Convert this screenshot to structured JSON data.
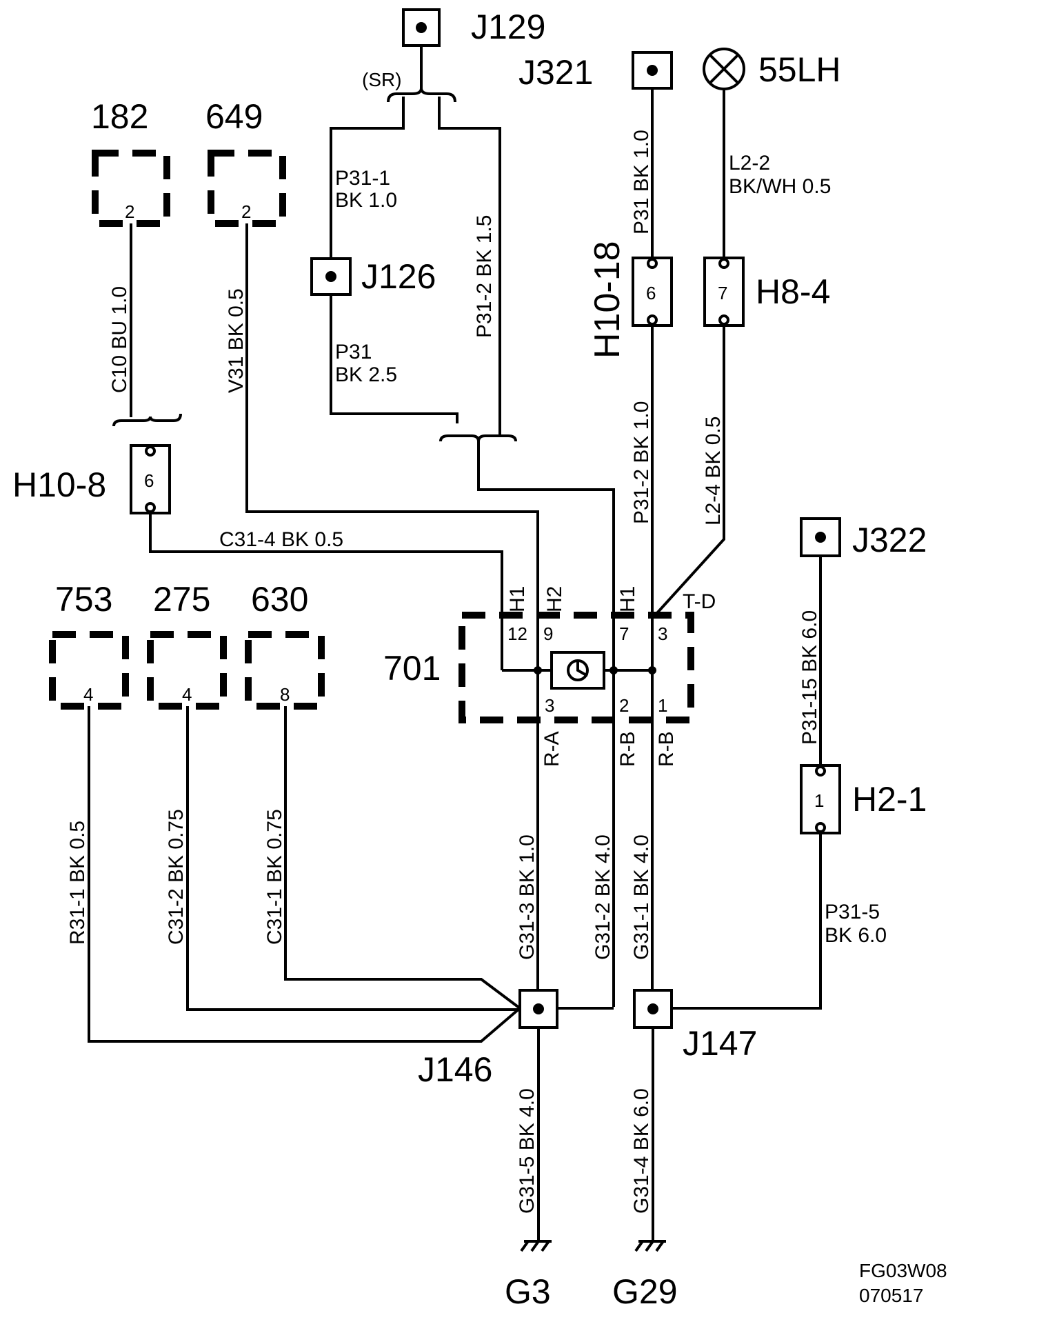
{
  "components": {
    "c182": {
      "label": "182",
      "pin": "2"
    },
    "c649": {
      "label": "649",
      "pin": "2"
    },
    "c753": {
      "label": "753",
      "pin": "4"
    },
    "c275": {
      "label": "275",
      "pin": "4"
    },
    "c630": {
      "label": "630",
      "pin": "8"
    },
    "c701": {
      "label": "701"
    }
  },
  "splices": {
    "j129": "J129",
    "j321": "J321",
    "j126": "J126",
    "j322": "J322",
    "j146": "J146",
    "j147": "J147"
  },
  "lamp": {
    "label": "55LH"
  },
  "connectors": {
    "h10_8": {
      "label": "H10-8",
      "pin": "6"
    },
    "h10_18": {
      "label": "H10-18",
      "pin": "6"
    },
    "h8_4": {
      "label": "H8-4",
      "pin": "7"
    },
    "h2_1": {
      "label": "H2-1",
      "pin": "1"
    }
  },
  "grounds": {
    "g3": "G3",
    "g29": "G29"
  },
  "sr_label": "(SR)",
  "wires": {
    "p31_1_a": "P31-1",
    "p31_1_b": "BK 1.0",
    "p31_2_bk15": "P31-2  BK  1.5",
    "p31_a": "P31",
    "p31_b": "BK 2.5",
    "c10": "C10  BU  1.0",
    "v31": "V31  BK  0.5",
    "p31_bk10": "P31  BK  1.0",
    "l2_2_a": "L2-2",
    "l2_2_b": "BK/WH 0.5",
    "p31_2_bk10": "P31-2  BK  1.0",
    "l2_4": "L2-4  BK  0.5",
    "c31_4": "C31-4  BK  0.5",
    "p31_15": "P31-15  BK  6.0",
    "r31_1": "R31-1  BK  0.5",
    "c31_2": "C31-2  BK  0.75",
    "c31_1": "C31-1  BK  0.75",
    "g31_3": "G31-3  BK  1.0",
    "g31_2": "G31-2  BK  4.0",
    "g31_1": "G31-1  BK  4.0",
    "p31_5_a": "P31-5",
    "p31_5_b": "BK  6.0",
    "g31_5": "G31-5  BK  4.0",
    "g31_4": "G31-4  BK  6.0"
  },
  "pins701": {
    "h1a": "H1",
    "h2": "H2",
    "h1b": "H1",
    "td": "T-D",
    "p12": "12",
    "p9": "9",
    "p7": "7",
    "p3top": "3",
    "p3": "3",
    "p2": "2",
    "p1": "1",
    "ra": "R-A",
    "rb1": "R-B",
    "rb2": "R-B"
  },
  "footer": {
    "code": "FG03W08",
    "date": "070517"
  }
}
